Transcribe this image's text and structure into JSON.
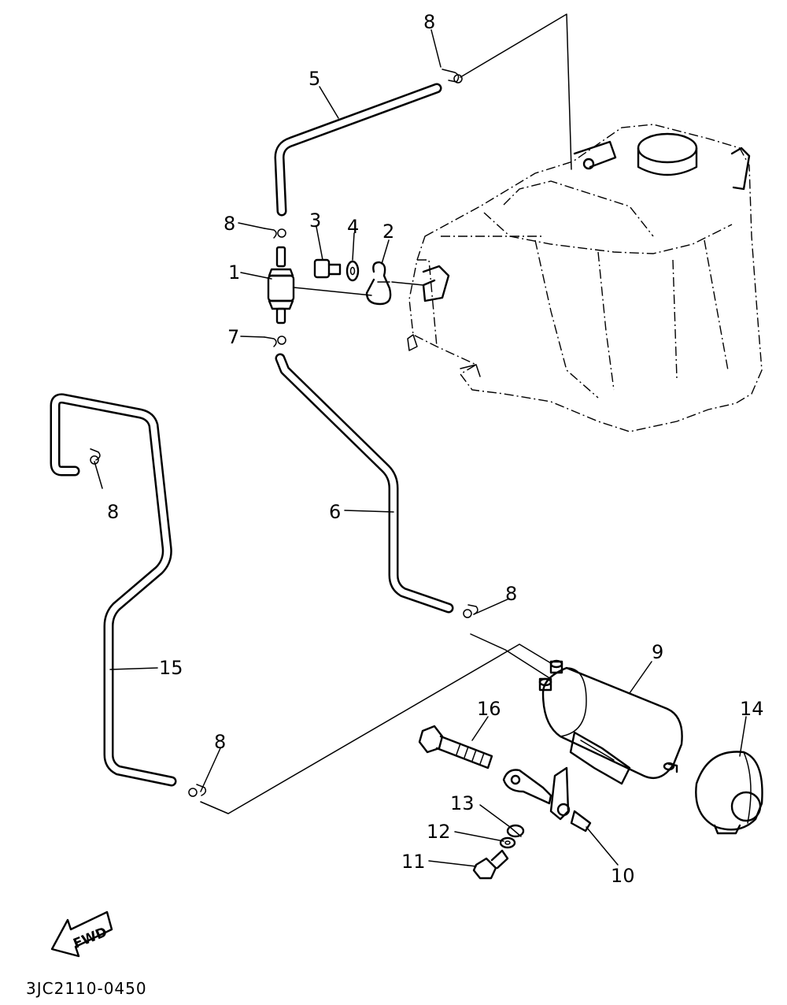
{
  "diagram": {
    "part_numbers": [
      "1",
      "2",
      "3",
      "4",
      "5",
      "6",
      "7",
      "8",
      "8",
      "8",
      "8",
      "8",
      "9",
      "10",
      "11",
      "12",
      "13",
      "14",
      "15",
      "16"
    ],
    "fwd_label": "FWD",
    "drawing_code": "3JC2110-0450"
  }
}
